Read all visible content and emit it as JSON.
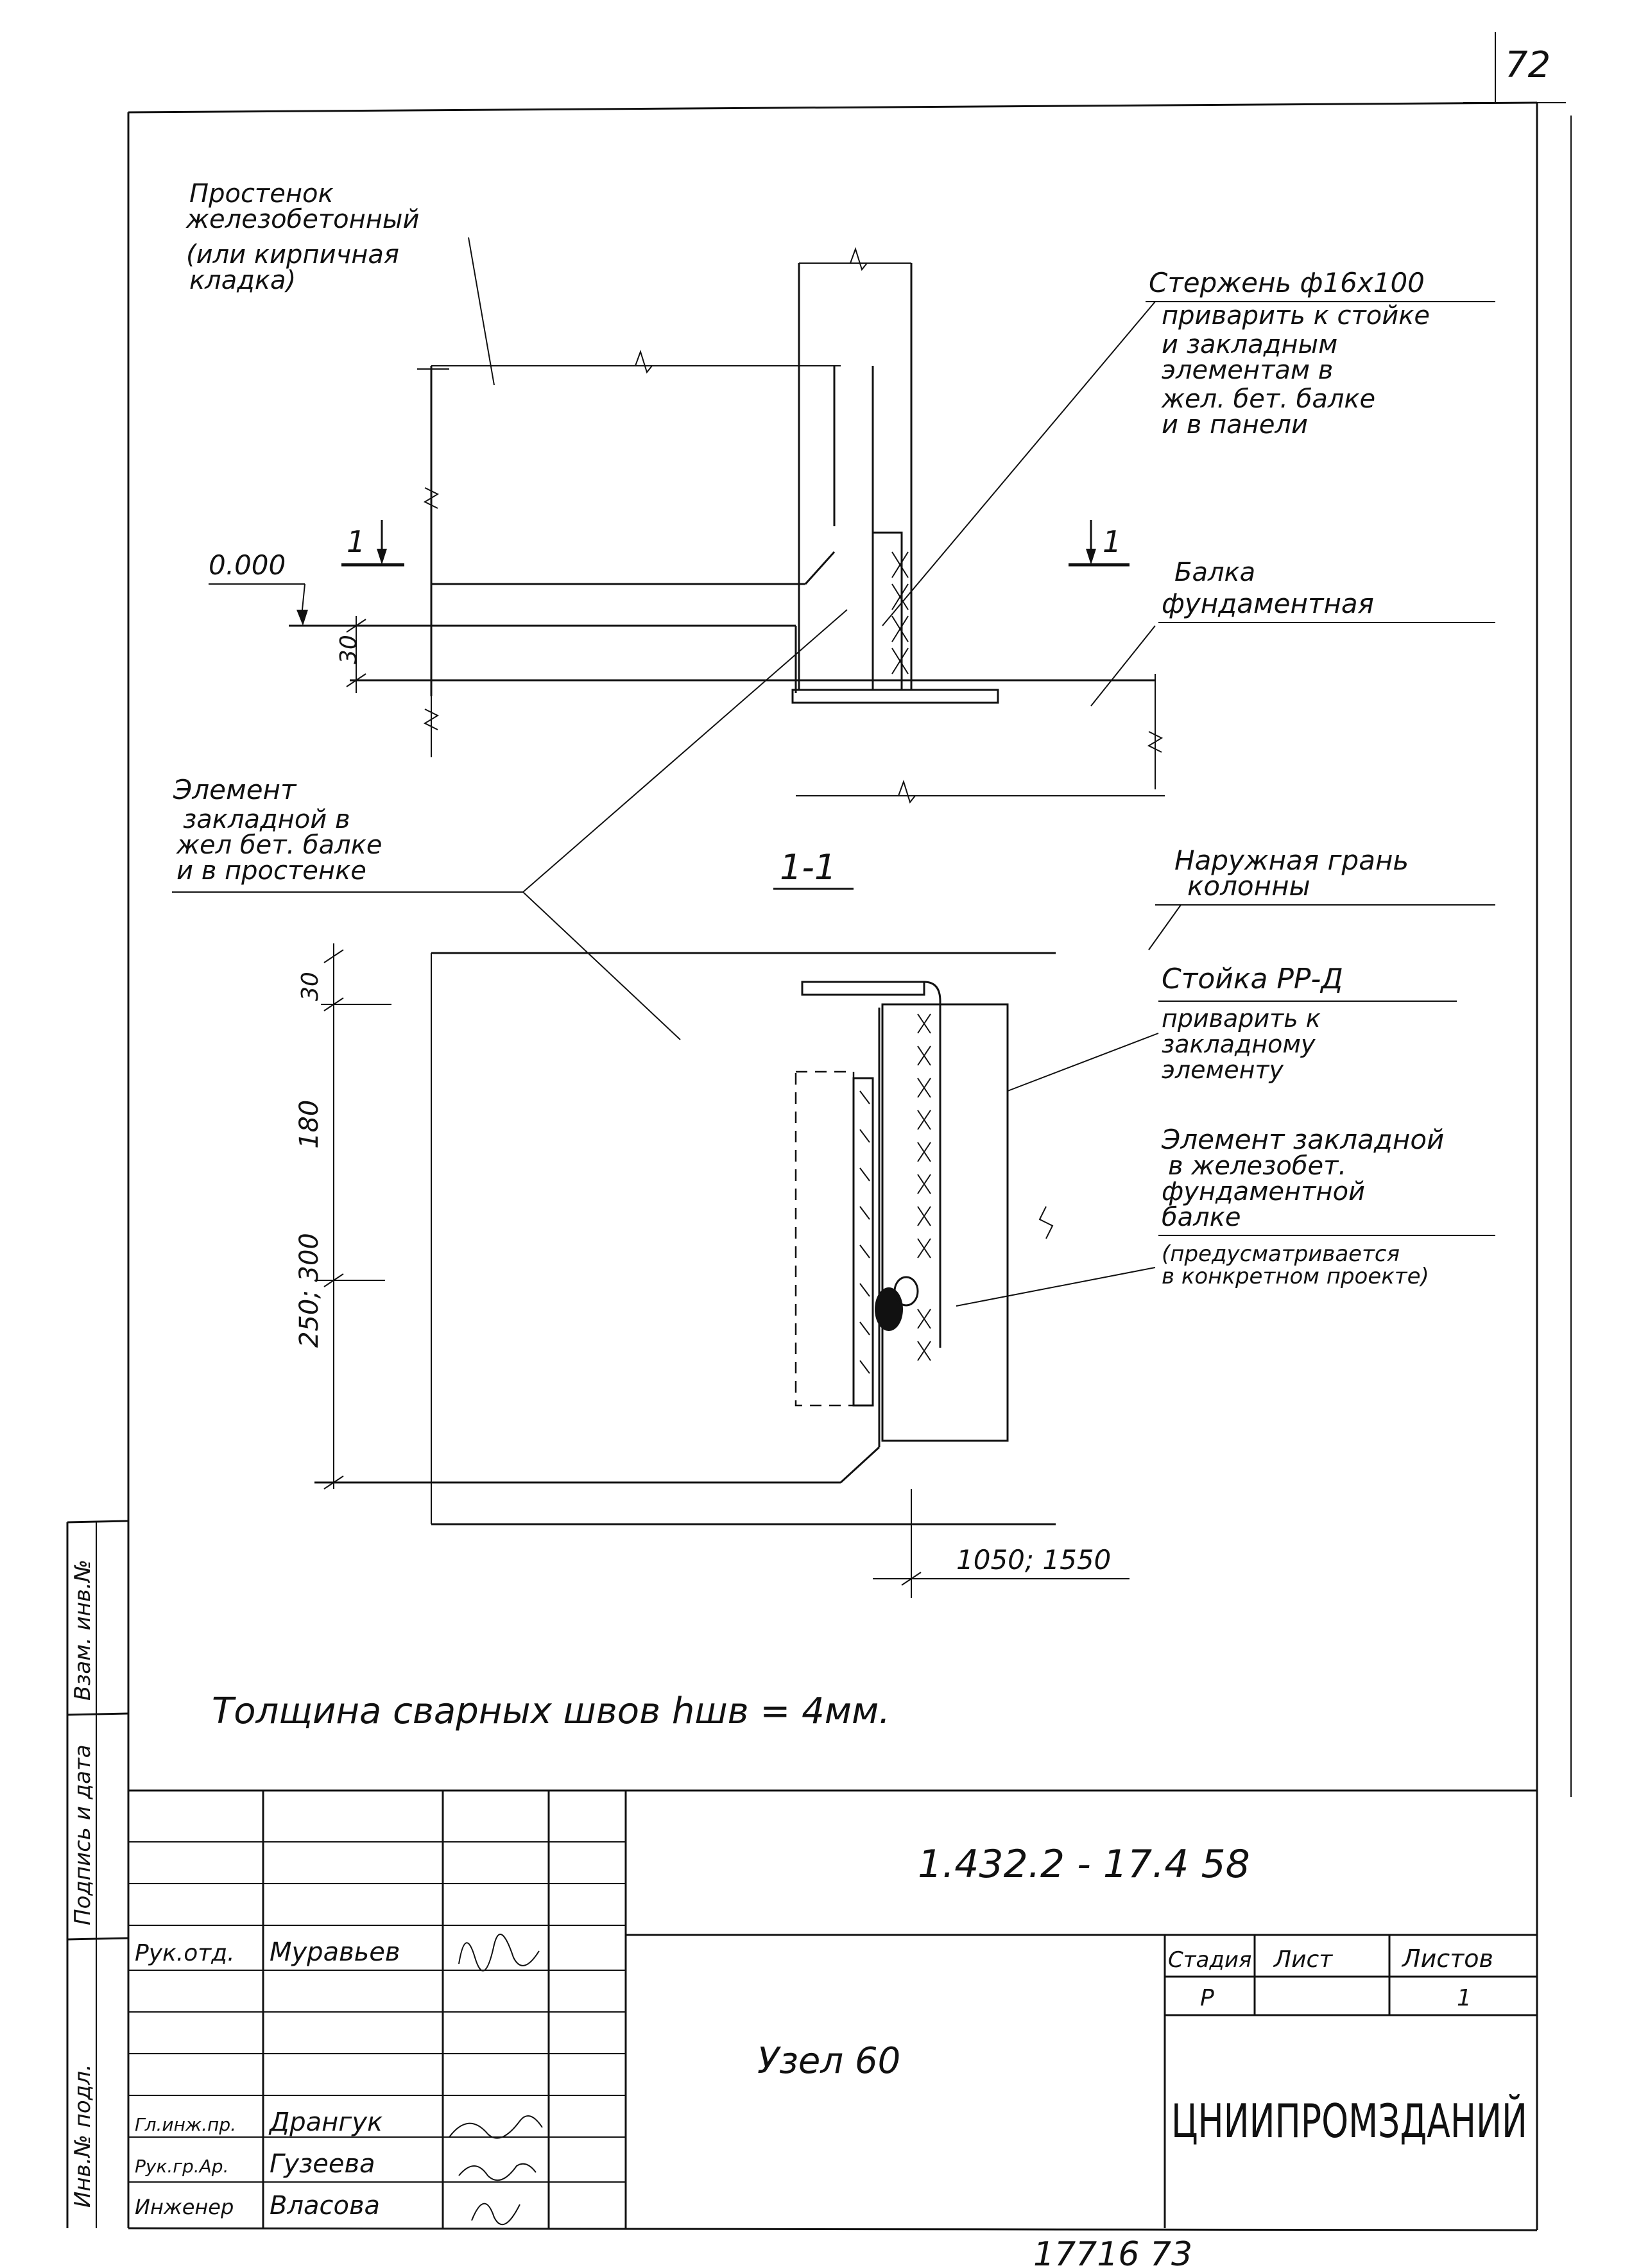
{
  "sheet_number": "72",
  "labels": {
    "prostenok": [
      "Простенок",
      "железобетонный",
      "(или кирпичная",
      "кладка)"
    ],
    "sterzhen": [
      "Стержень ф16х100",
      "приварить к стойке",
      "и закладным",
      "элементам в",
      "жел. бет. балке",
      "и в панели"
    ],
    "level": "0.000",
    "section_mark": "1",
    "balka": [
      "Балка",
      "фундаментная"
    ],
    "dim_30_top": "30",
    "element_zakladnoi": [
      "Элемент",
      "закладной в",
      "жел бет. балке",
      "и в простенке"
    ],
    "section_title": "1-1",
    "naruzhnaya": [
      "Наружная  грань",
      "колонны"
    ],
    "stoika": [
      "Стойка РР-Д",
      "приварить к",
      "закладному",
      "элементу"
    ],
    "element_fundament": [
      "Элемент закладной",
      "в железобет.",
      "фундаментной",
      "балке",
      "(предусматривается",
      "в конкретном проекте)"
    ],
    "dim_30": "30",
    "dim_180": "180",
    "dim_250_300": "250; 300",
    "dim_1050_1550": "1050; 1550",
    "weld_note": "Толщина   сварных   швов   hшв  = 4мм."
  },
  "side_stamp": [
    "Взам. инв.№",
    "Подпись и дата",
    "Инв.№ подл."
  ],
  "title_block": {
    "doc_code": "1.432.2 - 17.4  58",
    "title": "Узел  60",
    "roles": [
      "Рук.отд.",
      "Гл.инж.пр.",
      "Рук.гр.Ар.",
      "Инженер"
    ],
    "names": [
      "Муравьев",
      "Дрангук",
      "Гузеева",
      "Власова"
    ],
    "stage_header": "Стадия",
    "sheet_header": "Лист",
    "sheets_header": "Листов",
    "stage_value": "Р",
    "sheets_value": "1",
    "organization": "ЦНИИПРОМЗДАНИЙ"
  },
  "footer_number": "17716   73"
}
